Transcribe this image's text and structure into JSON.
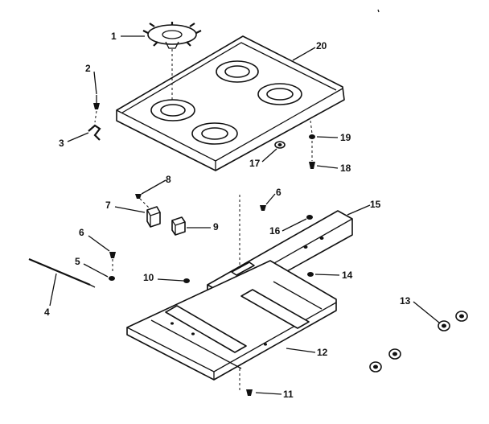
{
  "callouts": {
    "c1": "1",
    "c2": "2",
    "c3": "3",
    "c4": "4",
    "c5": "5",
    "c6a": "6",
    "c6b": "6",
    "c7": "7",
    "c8": "8",
    "c9": "9",
    "c10": "10",
    "c11": "11",
    "c12": "12",
    "c13": "13",
    "c14": "14",
    "c15": "15",
    "c16": "16",
    "c17": "17",
    "c18": "18",
    "c19": "19",
    "c20": "20"
  }
}
